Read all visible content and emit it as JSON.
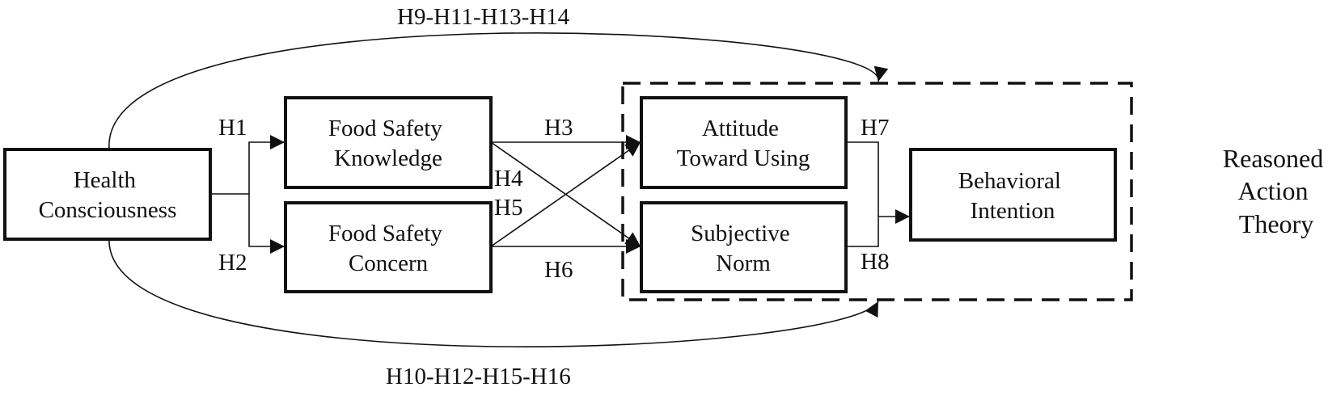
{
  "nodes": {
    "health_consciousness": [
      "Health",
      "Consciousness"
    ],
    "food_safety_knowledge": [
      "Food Safety",
      "Knowledge"
    ],
    "food_safety_concern": [
      "Food Safety",
      "Concern"
    ],
    "attitude_toward_using": [
      "Attitude",
      "Toward Using"
    ],
    "subjective_norm": [
      "Subjective",
      "Norm"
    ],
    "behavioral_intention": [
      "Behavioral",
      "Intention"
    ]
  },
  "group": {
    "label": [
      "Reasoned",
      "Action",
      "Theory"
    ]
  },
  "hypotheses": {
    "h1": "H1",
    "h2": "H2",
    "h3": "H3",
    "h4": "H4",
    "h5": "H5",
    "h6": "H6",
    "h7": "H7",
    "h8": "H8",
    "top_arc": "H9-H11-H13-H14",
    "bottom_arc": "H10-H12-H15-H16"
  },
  "colors": {
    "stroke": "#111111",
    "background": "#ffffff"
  }
}
